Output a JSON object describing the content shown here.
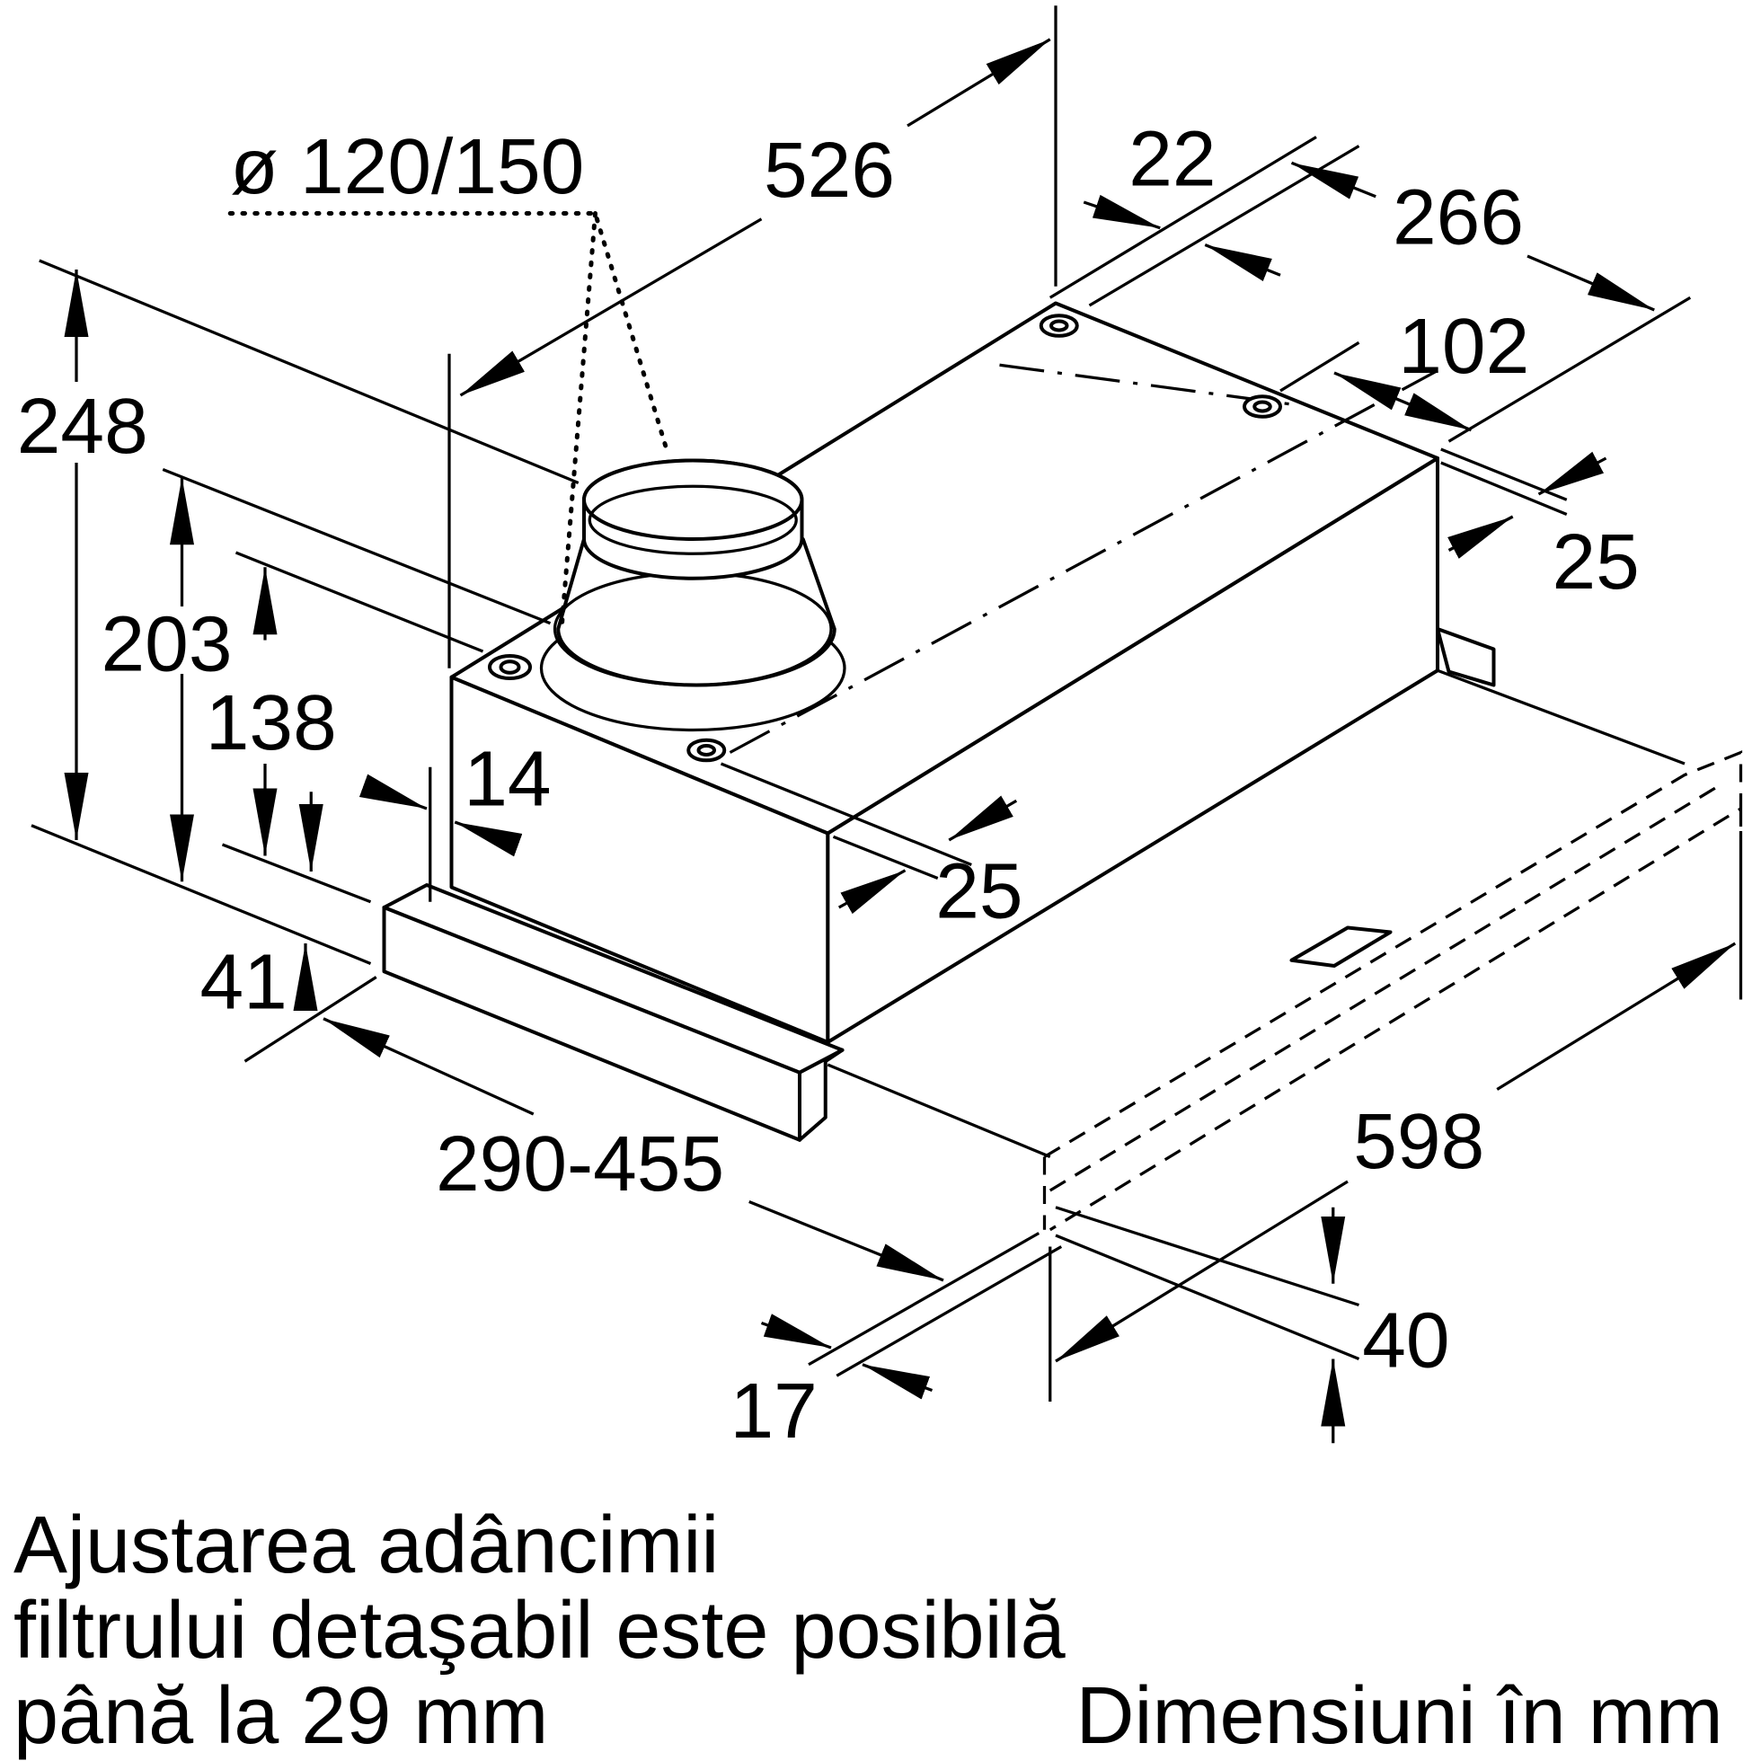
{
  "dimensions": {
    "duct_diameter": "ø 120/150",
    "d526": "526",
    "d22": "22",
    "d266": "266",
    "d102": "102",
    "d25_right": "25",
    "d248": "248",
    "d203": "203",
    "d138": "138",
    "d14": "14",
    "d25_front": "25",
    "d41": "41",
    "d290_455": "290-455",
    "d598": "598",
    "d40": "40",
    "d17": "17"
  },
  "caption": {
    "line1": "Ajustarea adâncimii",
    "line2": "filtrului detaşabil este posibilă",
    "line3": "până la 29 mm",
    "units": "Dimensiuni în mm"
  }
}
